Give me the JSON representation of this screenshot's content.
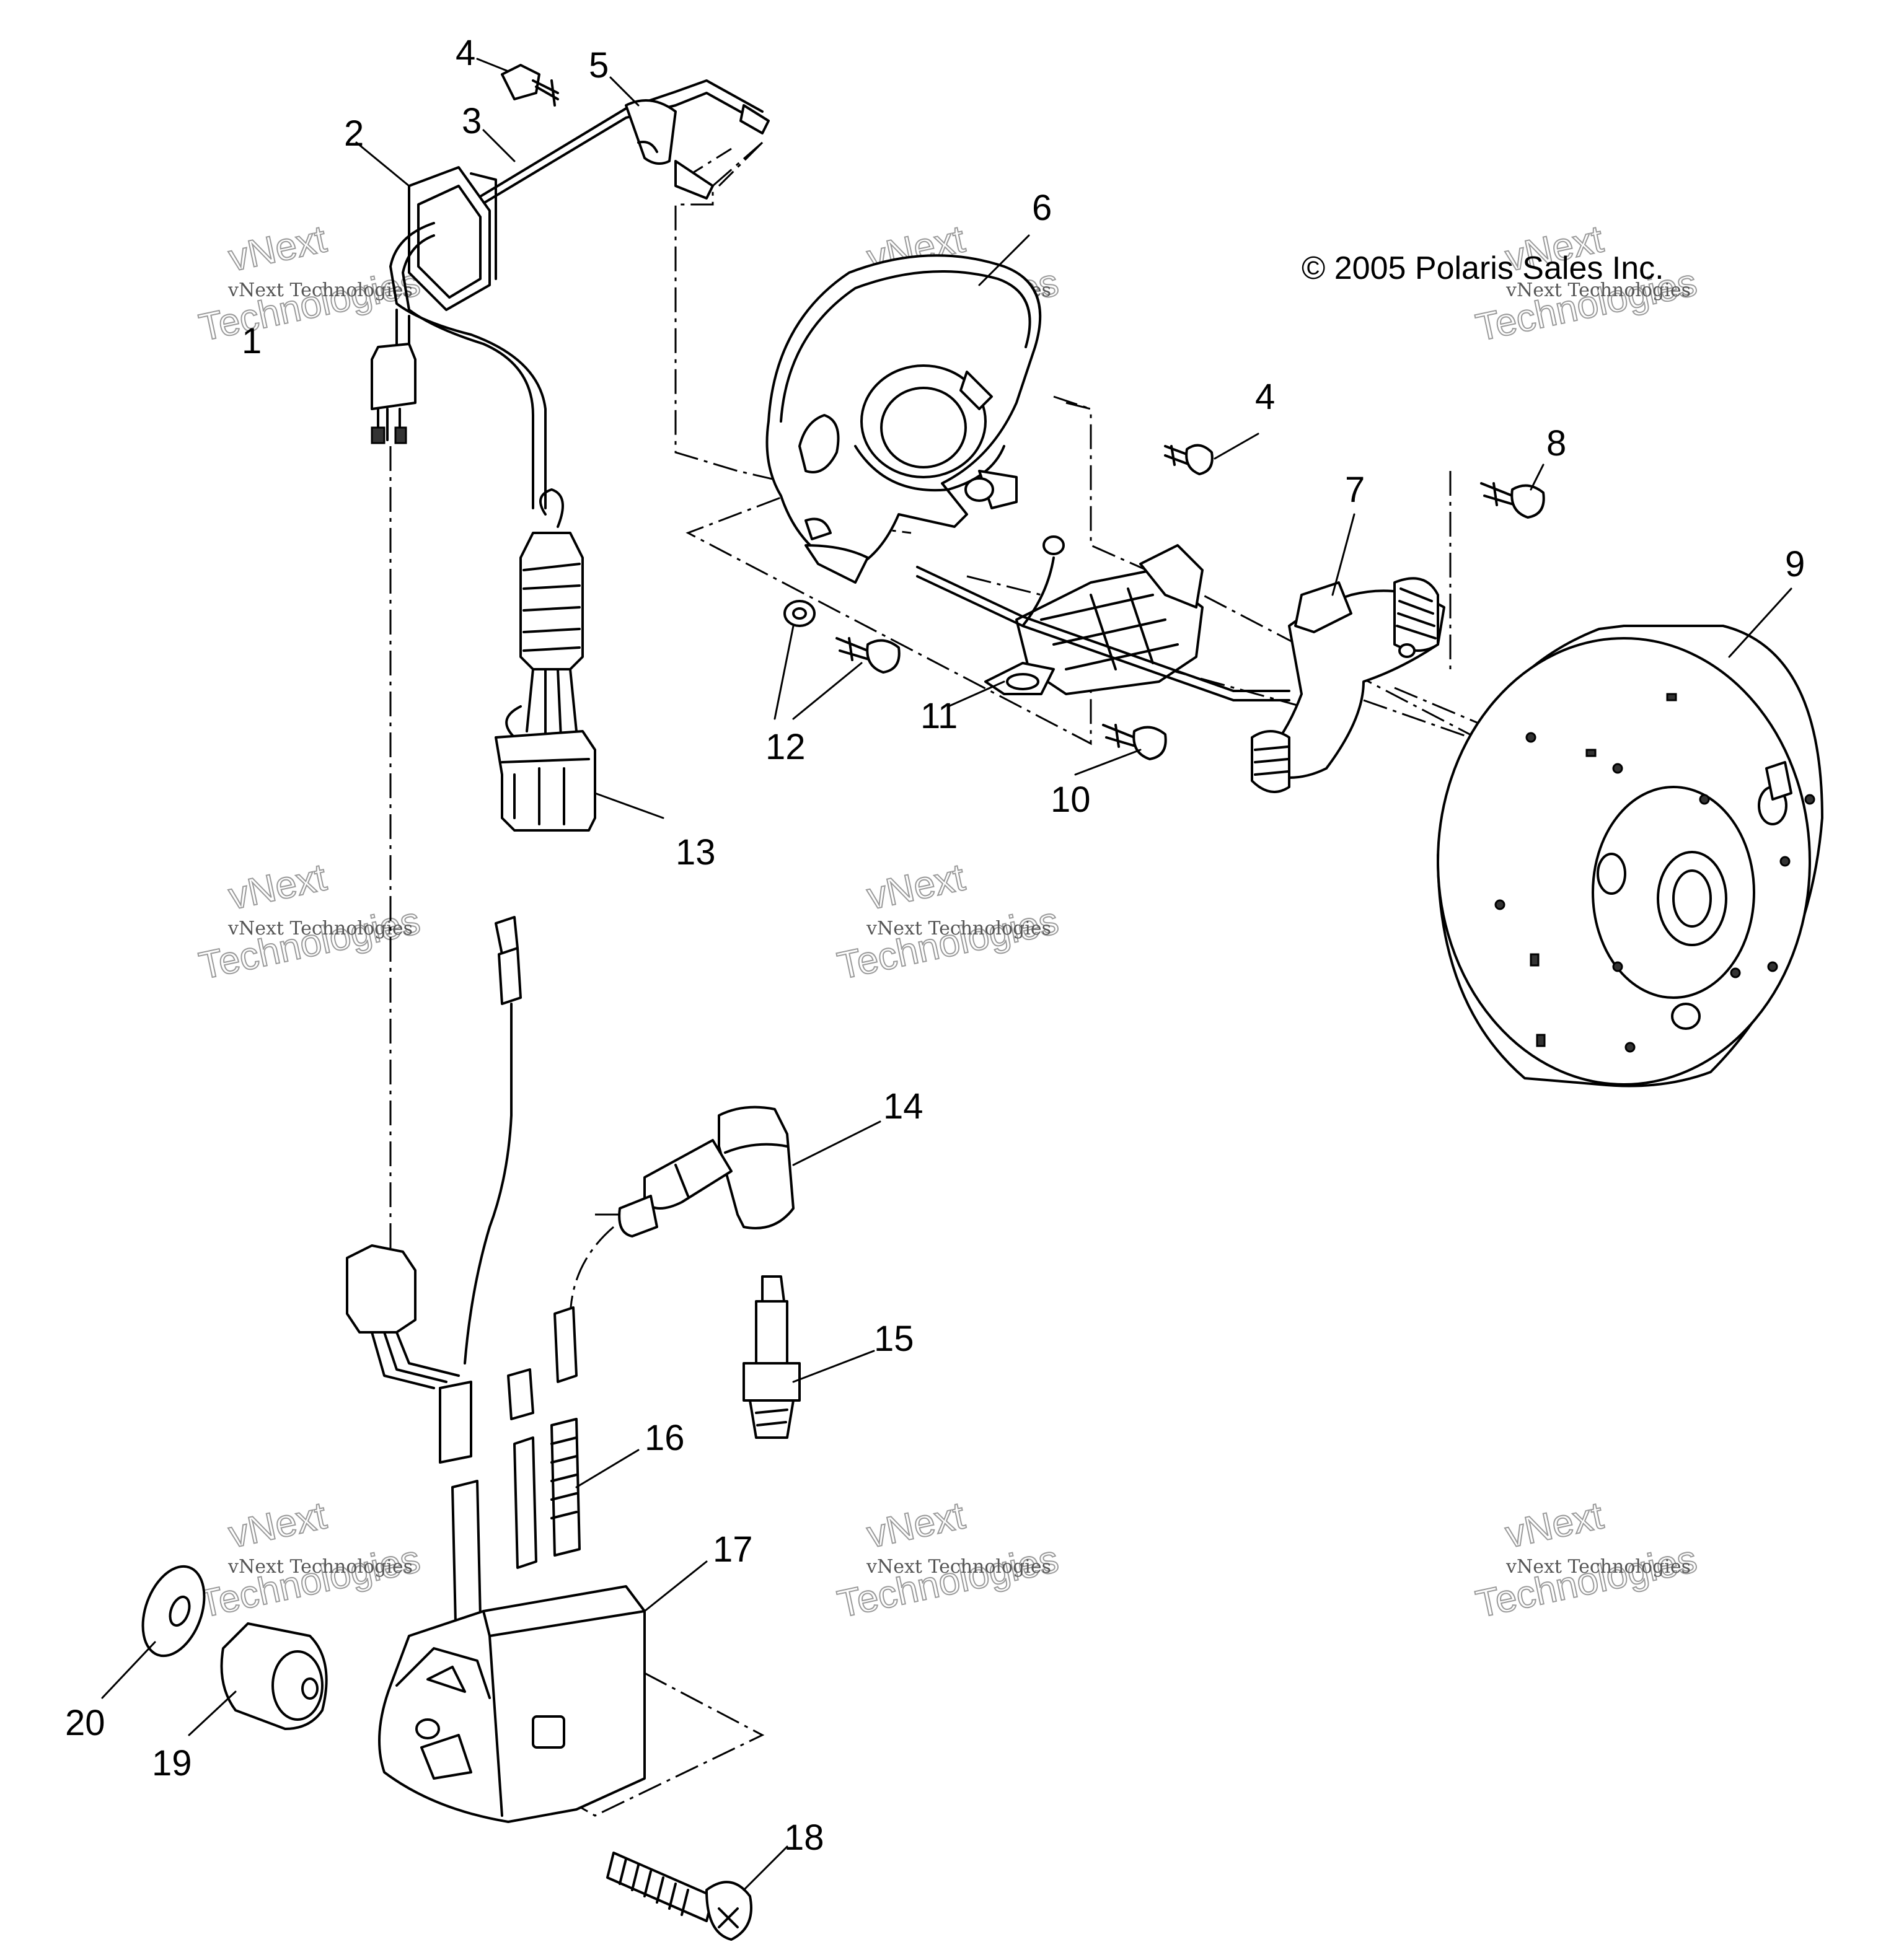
{
  "copyright": "© 2005 Polaris Sales Inc.",
  "watermark": {
    "line1": "vNext Technologies",
    "line2a": "vNext",
    "line2b": "Technologies"
  },
  "callouts": [
    "1",
    "2",
    "3",
    "4",
    "5",
    "6",
    "4",
    "8",
    "7",
    "9",
    "12",
    "11",
    "10",
    "13",
    "14",
    "15",
    "16",
    "17",
    "20",
    "19",
    "18"
  ]
}
